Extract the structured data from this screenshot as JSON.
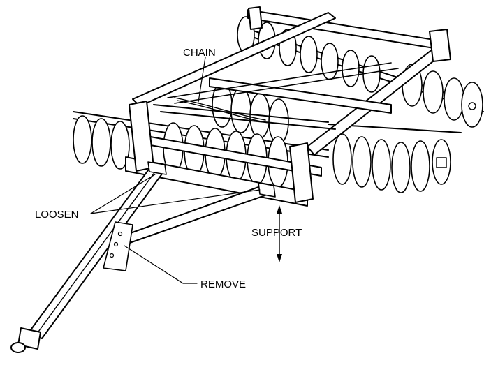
{
  "labels": {
    "chain": "CHAIN",
    "loosen": "LOOSEN",
    "support": "SUPPORT",
    "remove": "REMOVE"
  },
  "colors": {
    "line": "#000000",
    "background": "#ffffff"
  }
}
